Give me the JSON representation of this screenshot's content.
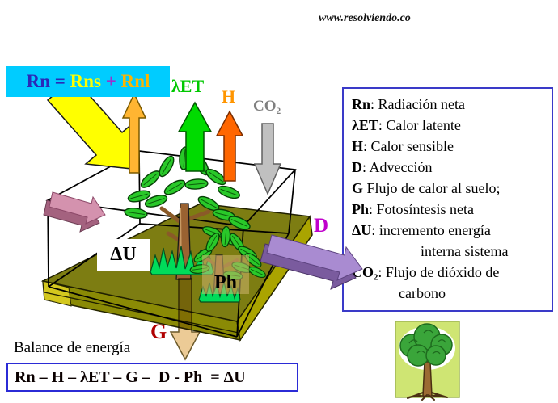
{
  "watermark": "www.resolviendo.co",
  "radiation_box": {
    "rn": "Rn = ",
    "rns": "Rns",
    "plus": " + ",
    "rnl": "Rnl"
  },
  "arrow_labels": {
    "lambda_et": "λET",
    "h": "H",
    "co2": "CO₂",
    "d": "D",
    "g": "G",
    "delta_u": "ΔU",
    "ph": "Ph"
  },
  "legend": {
    "items": [
      {
        "term": "Rn",
        "sep": ": ",
        "desc": "Radiación neta"
      },
      {
        "term": "λET",
        "sep": ": ",
        "desc": "Calor latente"
      },
      {
        "term": "H",
        "sep": ": ",
        "desc": "Calor sensible"
      },
      {
        "term": "D",
        "sep": ": ",
        "desc": "Advección"
      },
      {
        "term": "G",
        "sep": " ",
        "desc": "Flujo de calor al suelo;"
      },
      {
        "term": "Ph",
        "sep": ": ",
        "desc": "Fotosíntesis neta"
      },
      {
        "term": "ΔU",
        "sep": ": ",
        "desc": "incremento energía"
      },
      {
        "term": "",
        "sep": "",
        "desc": "interna sistema"
      },
      {
        "term": "CO₂",
        "sep": ": ",
        "desc": "Flujo de dióxido de"
      },
      {
        "term": "",
        "sep": "",
        "desc": "carbono"
      }
    ]
  },
  "balance": {
    "label": "Balance de energía",
    "equation": "Rn – H – λET – G –  D - Ph  = ΔU"
  },
  "colors": {
    "radiation_box_bg": "#00ccff",
    "yellow_arrow": "#ffff00",
    "gold_arrow": "#ffb532",
    "green_arrow": "#00db00",
    "orange_arrow": "#ff6600",
    "gray_arrow": "#c0c0c0",
    "pink_arrow": "#d492ae",
    "purple_arrow": "#a98bd1",
    "g_arrow": "#eccb96",
    "soil_top": "#7d7d12",
    "label_green": "#00c800",
    "label_orange": "#ff9500",
    "label_gray": "#7f7f7f",
    "label_magenta": "#c000cc",
    "label_darkred": "#b00000",
    "legend_border": "#3a3ac8",
    "equation_border": "#2b2bd6"
  }
}
